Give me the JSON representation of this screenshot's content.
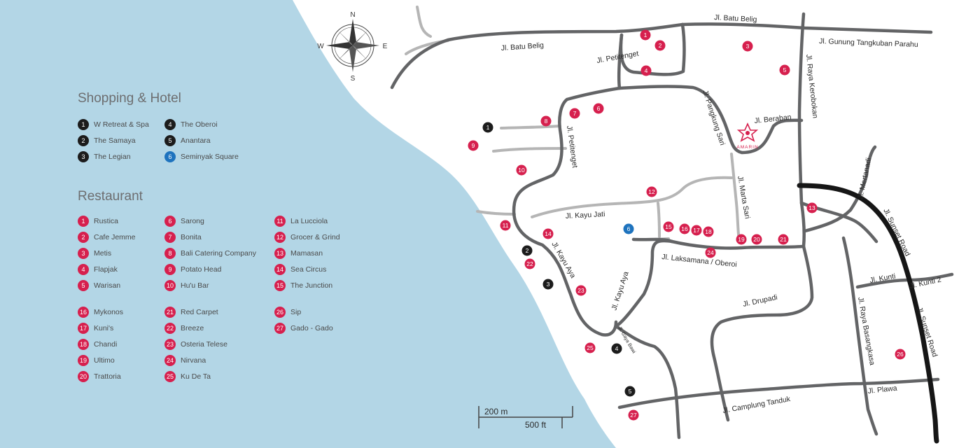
{
  "colors": {
    "sea": "#b3d6e6",
    "restaurant": "#d6204e",
    "shopping": "#1c1c1c",
    "seminyak_square": "#1e73be",
    "road_dark": "#636466",
    "road_light": "#b5b5b5",
    "road_bold": "#161616",
    "amarin": "#d6204e"
  },
  "compass": {
    "n": "N",
    "s": "S",
    "e": "E",
    "w": "W"
  },
  "legend": {
    "shopping_title": "Shopping & Hotel",
    "restaurant_title": "Restaurant",
    "shopping": [
      {
        "num": "1",
        "name": "W Retreat & Spa",
        "kind": "shopping"
      },
      {
        "num": "2",
        "name": "The Samaya",
        "kind": "shopping"
      },
      {
        "num": "3",
        "name": "The Legian",
        "kind": "shopping"
      },
      {
        "num": "4",
        "name": "The Oberoi",
        "kind": "shopping"
      },
      {
        "num": "5",
        "name": "Anantara",
        "kind": "shopping"
      },
      {
        "num": "6",
        "name": "Seminyak Square",
        "kind": "square"
      }
    ],
    "restaurants": [
      {
        "num": "1",
        "name": "Rustica"
      },
      {
        "num": "2",
        "name": "Cafe Jemme"
      },
      {
        "num": "3",
        "name": "Metis"
      },
      {
        "num": "4",
        "name": "Flapjak"
      },
      {
        "num": "5",
        "name": "Warisan"
      },
      {
        "num": "6",
        "name": "Sarong"
      },
      {
        "num": "7",
        "name": "Bonita"
      },
      {
        "num": "8",
        "name": "Bali Catering Company"
      },
      {
        "num": "9",
        "name": "Potato Head"
      },
      {
        "num": "10",
        "name": "Hu'u Bar"
      },
      {
        "num": "11",
        "name": "La Lucciola"
      },
      {
        "num": "12",
        "name": "Grocer & Grind"
      },
      {
        "num": "13",
        "name": "Mamasan"
      },
      {
        "num": "14",
        "name": "Sea Circus"
      },
      {
        "num": "15",
        "name": "The Junction"
      },
      {
        "num": "16",
        "name": "Mykonos"
      },
      {
        "num": "17",
        "name": "Kuni's"
      },
      {
        "num": "18",
        "name": "Chandi"
      },
      {
        "num": "19",
        "name": "Ultimo"
      },
      {
        "num": "20",
        "name": "Trattoria"
      },
      {
        "num": "21",
        "name": "Red Carpet"
      },
      {
        "num": "22",
        "name": "Breeze"
      },
      {
        "num": "23",
        "name": "Osteria Telese"
      },
      {
        "num": "24",
        "name": "Nirvana"
      },
      {
        "num": "25",
        "name": "Ku De Ta"
      },
      {
        "num": "26",
        "name": "Sip"
      },
      {
        "num": "27",
        "name": "Gado - Gado"
      }
    ]
  },
  "streets": {
    "batu_belig_1": "Jl. Batu Belig",
    "batu_belig_2": "Jl. Batu Belig",
    "gunung": "Jl. Gunung Tangkuban Parahu",
    "petitenget_1": "Jl. Petitenget",
    "petitenget_2": "Jl. Petitenget",
    "raya_kerobokan": "Jl. Raya Kerobokan",
    "pangkung_sari": "Jl. Pangkung Sari",
    "beraban": "Jl. Beraban",
    "marta_sari": "Jl. Marta Sari",
    "kayu_jati": "Jl. Kayu Jati",
    "kayu_aya_1": "Jl. Kayu Aya",
    "kayu_aya_2": "Jl. Kayu Aya",
    "laksamana": "Jl. Laksamana / Oberoi",
    "drupadi": "Jl. Drupadi",
    "camplung": "Jl. Camplung Tanduk",
    "mertanadi": "Jl. Mertanadi",
    "sunset_1": "Jl. Sunset Road",
    "sunset_2": "Jl. Sunset Road",
    "kunti": "Jl. Kunti",
    "kunti2": "Jl. Kunti 2",
    "basangkasa": "Jl. Raya Basangkasa",
    "plawa": "Jl. Plawa",
    "gaya_bawi": "Jl. Gaya Bawi"
  },
  "amarin_label": "AMARIN",
  "scale": {
    "metric": "200 m",
    "imperial": "500 ft"
  }
}
